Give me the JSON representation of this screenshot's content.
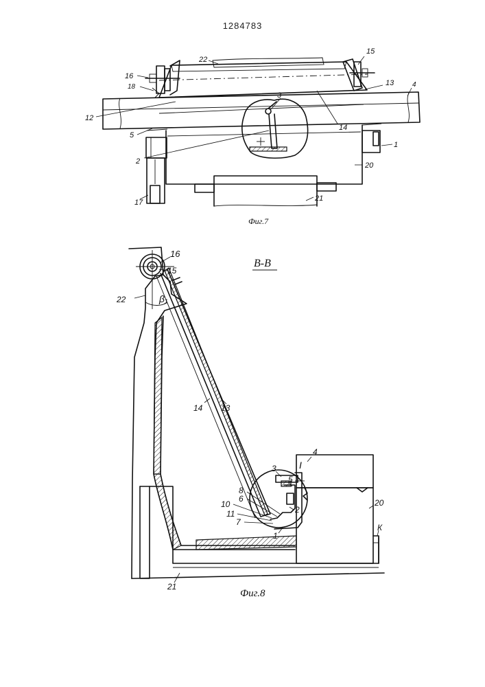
{
  "page_number": "1284783",
  "figure7": {
    "caption": "Фиг.7",
    "labels": [
      {
        "key": "22",
        "text": "22"
      },
      {
        "key": "15",
        "text": "15"
      },
      {
        "key": "16",
        "text": "16"
      },
      {
        "key": "18",
        "text": "18"
      },
      {
        "key": "13",
        "text": "13"
      },
      {
        "key": "4",
        "text": "4"
      },
      {
        "key": "12",
        "text": "12"
      },
      {
        "key": "3",
        "text": "3"
      },
      {
        "key": "14",
        "text": "14"
      },
      {
        "key": "5",
        "text": "5"
      },
      {
        "key": "1",
        "text": "1"
      },
      {
        "key": "2",
        "text": "2"
      },
      {
        "key": "20",
        "text": "20"
      },
      {
        "key": "17",
        "text": "17"
      },
      {
        "key": "21",
        "text": "21"
      }
    ]
  },
  "figure8": {
    "caption": "Фиг.8",
    "section_label": "В-В",
    "angle_label": "β₁",
    "detail_label": "I",
    "labels": [
      {
        "key": "16",
        "text": "16"
      },
      {
        "key": "15",
        "text": "15"
      },
      {
        "key": "22",
        "text": "22"
      },
      {
        "key": "14",
        "text": "14"
      },
      {
        "key": "13",
        "text": "13"
      },
      {
        "key": "4",
        "text": "4"
      },
      {
        "key": "3",
        "text": "3"
      },
      {
        "key": "5",
        "text": "5"
      },
      {
        "key": "8",
        "text": "8"
      },
      {
        "key": "6",
        "text": "6"
      },
      {
        "key": "10",
        "text": "10"
      },
      {
        "key": "11",
        "text": "11"
      },
      {
        "key": "2",
        "text": "2"
      },
      {
        "key": "7",
        "text": "7"
      },
      {
        "key": "1",
        "text": "1"
      },
      {
        "key": "20",
        "text": "20"
      },
      {
        "key": "K",
        "text": "К"
      },
      {
        "key": "21",
        "text": "21"
      }
    ]
  }
}
